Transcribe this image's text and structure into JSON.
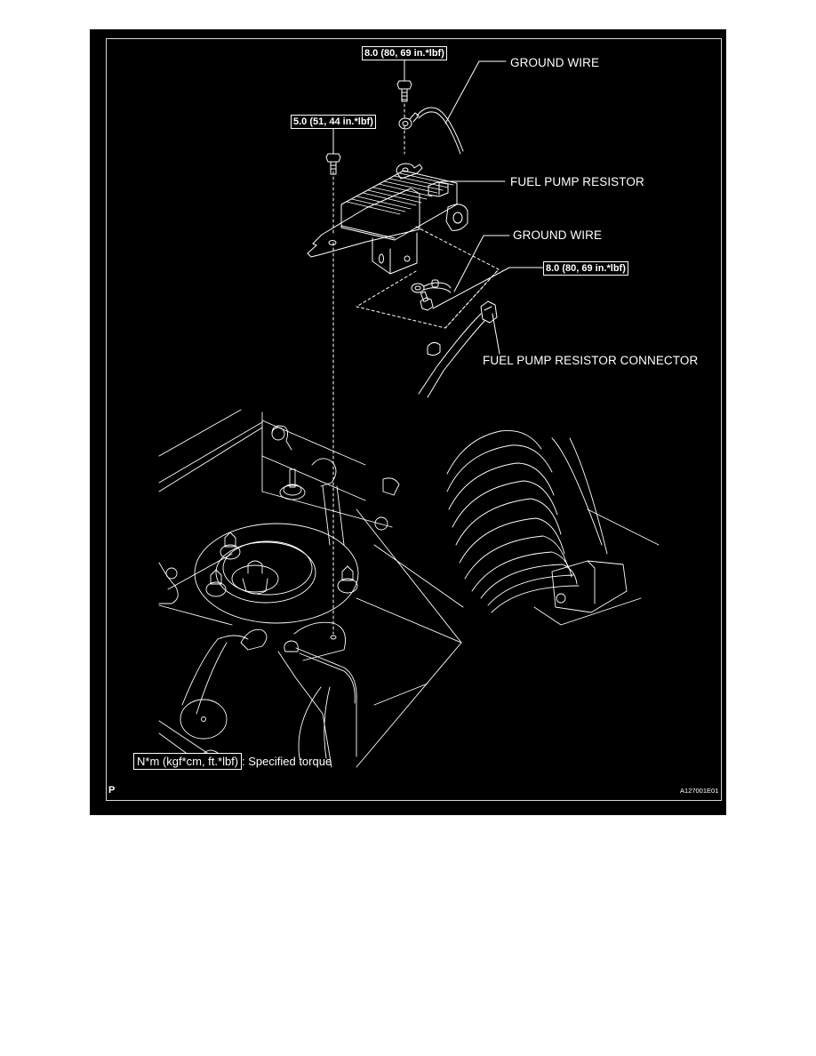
{
  "diagram": {
    "title": "Fuel Pump Resistor Installation",
    "colors": {
      "background": "#000000",
      "lines": "#ffffff",
      "frame": "#d8d8d8",
      "page": "#ffffff"
    },
    "callouts": {
      "ground_wire_top": "GROUND WIRE",
      "fuel_pump_resistor": "FUEL PUMP RESISTOR",
      "ground_wire_lower": "GROUND WIRE",
      "fuel_pump_resistor_connector": "FUEL PUMP RESISTOR CONNECTOR"
    },
    "torque_specs": {
      "ground_bolt_top": "8.0 (80, 69 in.*lbf)",
      "resistor_bolt": "5.0 (51, 44 in.*lbf)",
      "ground_bolt_lower": "8.0 (80, 69 in.*lbf)"
    },
    "legend": {
      "box_text": "N*m (kgf*cm, ft.*lbf)",
      "description": ": Specified torque"
    },
    "footer": {
      "page_letter": "P",
      "figure_id": "A127001E01"
    },
    "icons": [
      "bolt-icon",
      "ground-terminal-icon",
      "resistor-body-icon",
      "connector-icon",
      "engine-bay-illustration"
    ]
  }
}
